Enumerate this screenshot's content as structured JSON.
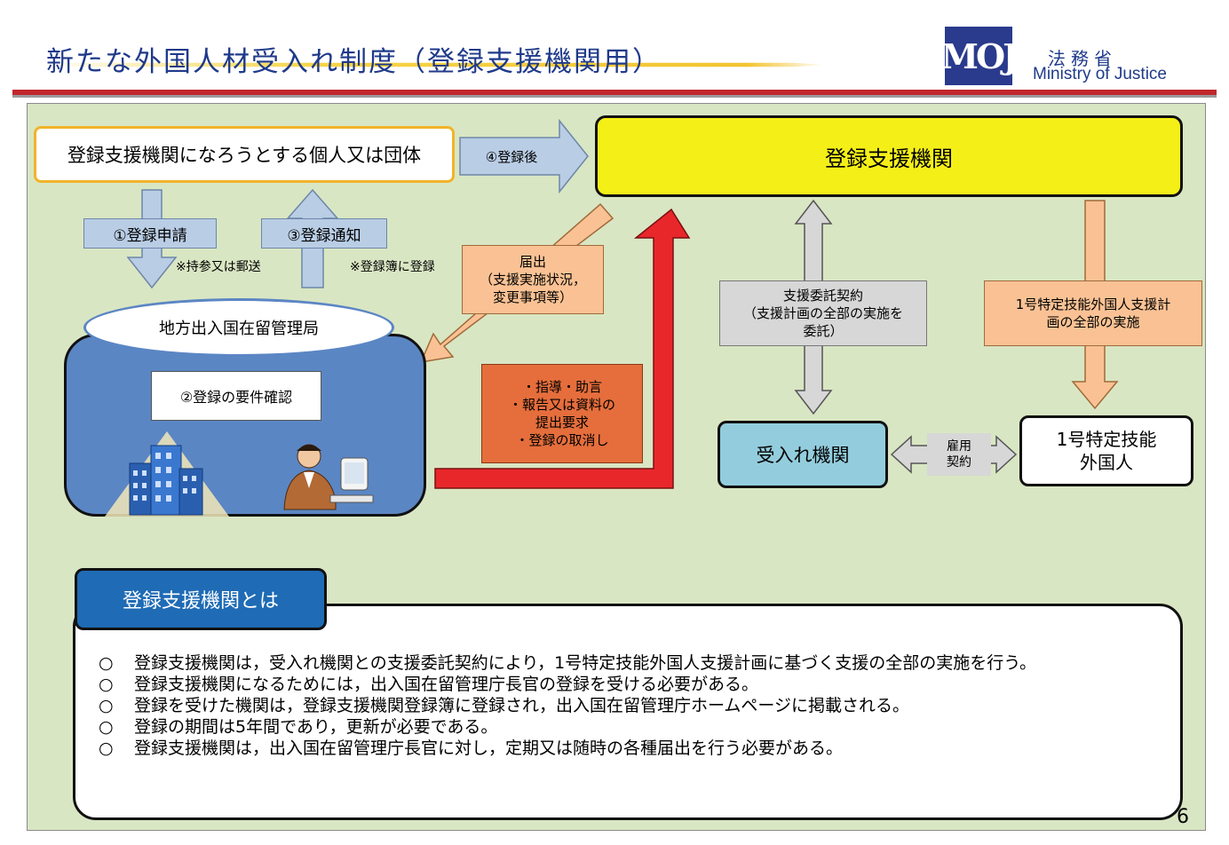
{
  "header": {
    "title": "新たな外国人材受入れ制度（登録支援機関用）",
    "logo_text": "MOJ",
    "ministry_jp": "法務省",
    "ministry_en": "Ministry of Justice"
  },
  "diagram": {
    "applicant": "登録支援機関になろうとする個人又は団体",
    "after_registration": "④登録後",
    "agency": "登録支援機関",
    "application": "①登録申請",
    "application_note": "※持参又は郵送",
    "notification": "③登録通知",
    "notification_note": "※登録簿に登録",
    "bureau": "地方出入国在留管理局",
    "requirement_check": "②登録の要件確認",
    "report": {
      "line1": "届出",
      "line2": "（支援実施状況，",
      "line3": "変更事項等）"
    },
    "guidance": {
      "line1": "・指導・助言",
      "line2": "・報告又は資料の",
      "line3": "提出要求",
      "line4": "・登録の取消し"
    },
    "contract": {
      "line1": "支援委託契約",
      "line2": "（支援計画の全部の実施を",
      "line3": "委託）"
    },
    "plan": {
      "line1": "1号特定技能外国人支援計",
      "line2": "画の全部の実施"
    },
    "receiving_org": "受入れ機関",
    "employment": {
      "line1": "雇用",
      "line2": "契約"
    },
    "foreigner": {
      "line1": "1号特定技能",
      "line2": "外国人"
    }
  },
  "about": {
    "heading": "登録支援機関とは",
    "bullet": "○",
    "items": [
      "登録支援機関は，受入れ機関との支援委託契約により，1号特定技能外国人支援計画に基づく支援の全部の実施を行う。",
      "登録支援機関になるためには，出入国在留管理庁長官の登録を受ける必要がある。",
      "登録を受けた機関は，登録支援機関登録簿に登録され，出入国在留管理庁ホームページに掲載される。",
      "登録の期間は5年間であり，更新が必要である。",
      "登録支援機関は，出入国在留管理庁長官に対し，定期又は随時の各種届出を行う必要がある。"
    ]
  },
  "page_number": "6"
}
